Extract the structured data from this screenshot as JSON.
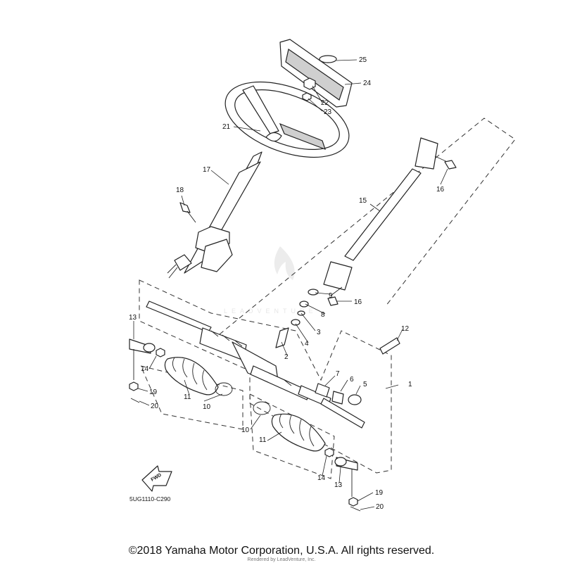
{
  "diagram": {
    "callouts": [
      "1",
      "2",
      "3",
      "4",
      "5",
      "6",
      "7",
      "8",
      "9",
      "10",
      "10",
      "11",
      "11",
      "12",
      "13",
      "13",
      "14",
      "14",
      "15",
      "16",
      "16",
      "17",
      "18",
      "19",
      "19",
      "20",
      "20",
      "21",
      "22",
      "23",
      "24",
      "25"
    ],
    "diagram_code": "5UG1110-C290",
    "fwd_label": "FWD",
    "watermark": "LEADVENTURE"
  },
  "footer": {
    "copyright": "©2018 Yamaha Motor Corporation, U.S.A. All rights reserved.",
    "rendered_by": "Rendered by LeadVenture, Inc."
  }
}
